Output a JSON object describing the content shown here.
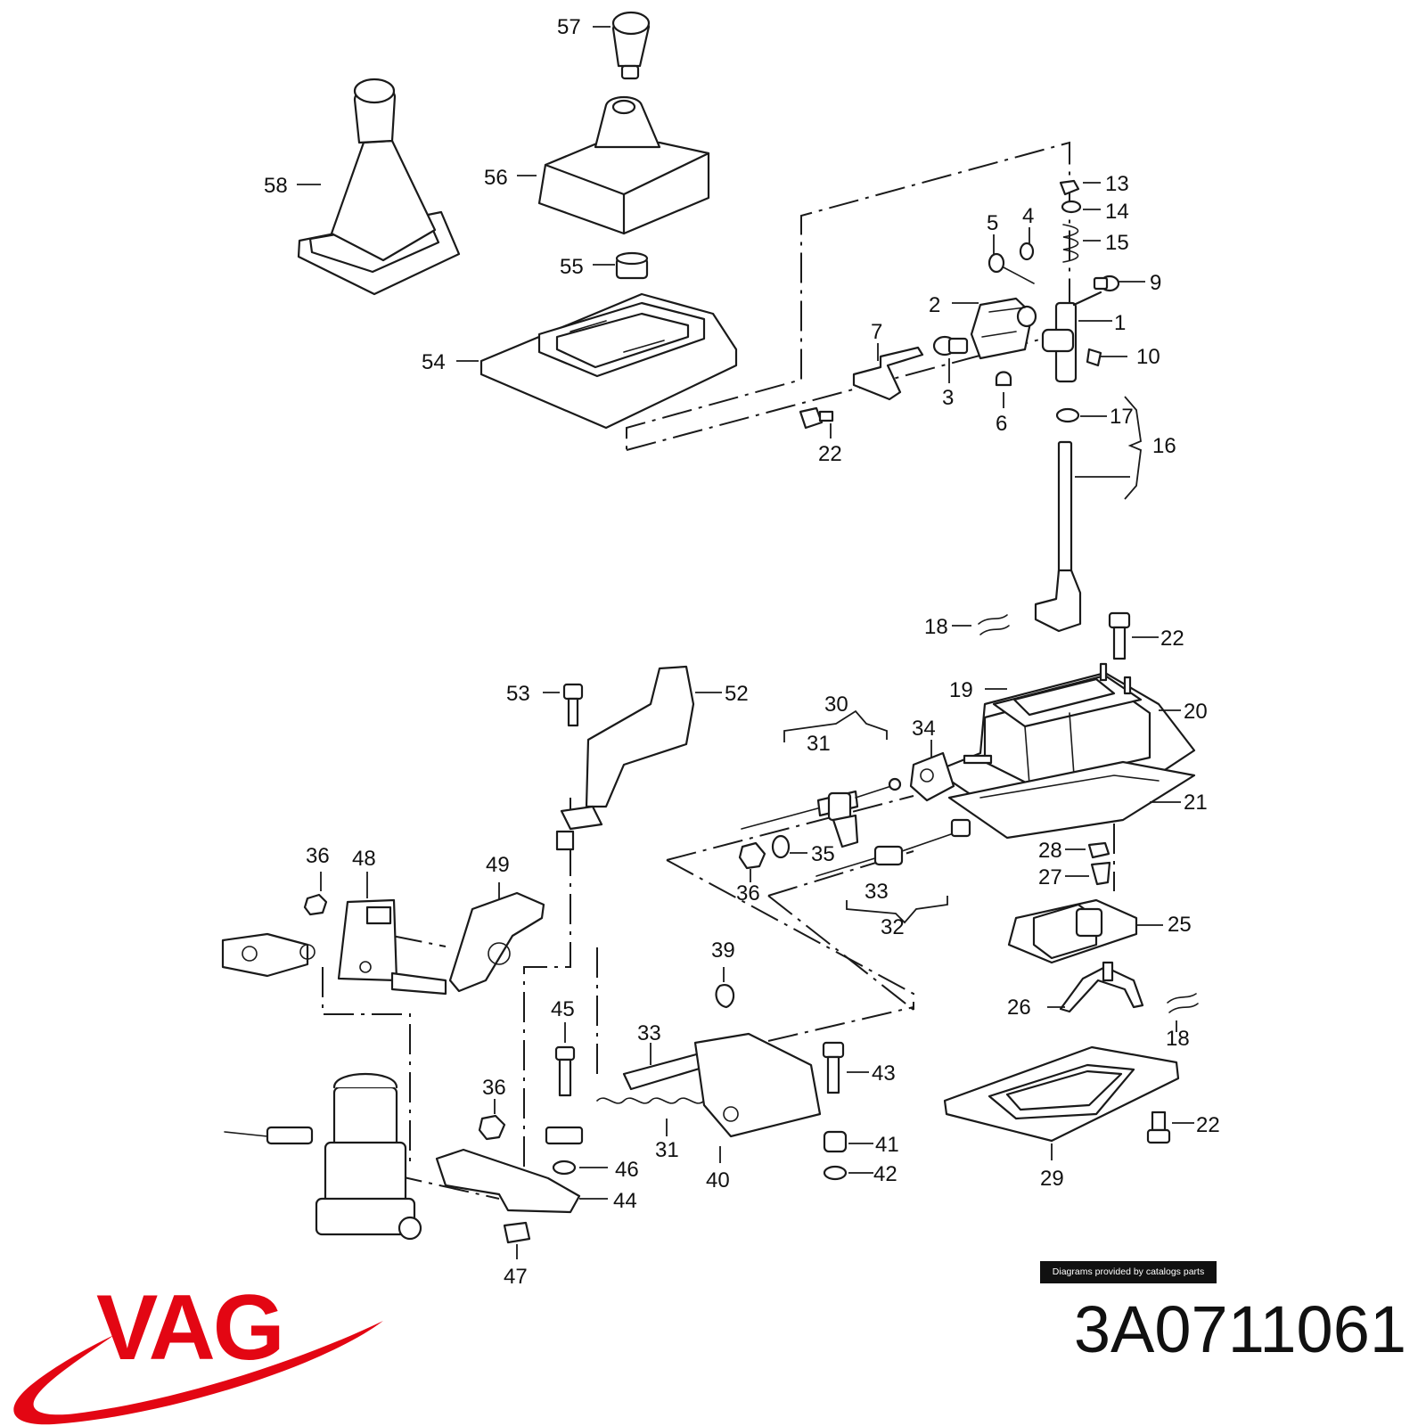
{
  "diagram": {
    "callouts": [
      {
        "id": "c57",
        "label": "57"
      },
      {
        "id": "c58",
        "label": "58"
      },
      {
        "id": "c56",
        "label": "56"
      },
      {
        "id": "c55",
        "label": "55"
      },
      {
        "id": "c54",
        "label": "54"
      },
      {
        "id": "c13",
        "label": "13"
      },
      {
        "id": "c14",
        "label": "14"
      },
      {
        "id": "c15",
        "label": "15"
      },
      {
        "id": "c5",
        "label": "5"
      },
      {
        "id": "c4",
        "label": "4"
      },
      {
        "id": "c9",
        "label": "9"
      },
      {
        "id": "c2",
        "label": "2"
      },
      {
        "id": "c1",
        "label": "1"
      },
      {
        "id": "c7",
        "label": "7"
      },
      {
        "id": "c10",
        "label": "10"
      },
      {
        "id": "c3",
        "label": "3"
      },
      {
        "id": "c6",
        "label": "6"
      },
      {
        "id": "c17",
        "label": "17"
      },
      {
        "id": "c16",
        "label": "16"
      },
      {
        "id": "c22a",
        "label": "22"
      },
      {
        "id": "c18a",
        "label": "18"
      },
      {
        "id": "c22b",
        "label": "22"
      },
      {
        "id": "c53",
        "label": "53"
      },
      {
        "id": "c52",
        "label": "52"
      },
      {
        "id": "c19",
        "label": "19"
      },
      {
        "id": "c20",
        "label": "20"
      },
      {
        "id": "c30",
        "label": "30"
      },
      {
        "id": "c31a",
        "label": "31"
      },
      {
        "id": "c34",
        "label": "34"
      },
      {
        "id": "c21",
        "label": "21"
      },
      {
        "id": "c35",
        "label": "35"
      },
      {
        "id": "c28",
        "label": "28"
      },
      {
        "id": "c36a",
        "label": "36"
      },
      {
        "id": "c27",
        "label": "27"
      },
      {
        "id": "c36b",
        "label": "36"
      },
      {
        "id": "c48",
        "label": "48"
      },
      {
        "id": "c49",
        "label": "49"
      },
      {
        "id": "c33a",
        "label": "33"
      },
      {
        "id": "c32",
        "label": "32"
      },
      {
        "id": "c25",
        "label": "25"
      },
      {
        "id": "c39",
        "label": "39"
      },
      {
        "id": "c26",
        "label": "26"
      },
      {
        "id": "c18b",
        "label": "18"
      },
      {
        "id": "c45",
        "label": "45"
      },
      {
        "id": "c33b",
        "label": "33"
      },
      {
        "id": "c43",
        "label": "43"
      },
      {
        "id": "c36c",
        "label": "36"
      },
      {
        "id": "c22c",
        "label": "22"
      },
      {
        "id": "c41",
        "label": "41"
      },
      {
        "id": "c31b",
        "label": "31"
      },
      {
        "id": "c29",
        "label": "29"
      },
      {
        "id": "c46",
        "label": "46"
      },
      {
        "id": "c42",
        "label": "42"
      },
      {
        "id": "c40",
        "label": "40"
      },
      {
        "id": "c44",
        "label": "44"
      },
      {
        "id": "c47",
        "label": "47"
      }
    ]
  },
  "badge_text": "Diagrams provided by catalogs parts",
  "brand": {
    "name": "VAG",
    "color": "#e30613"
  },
  "part_number": "3A0711061"
}
